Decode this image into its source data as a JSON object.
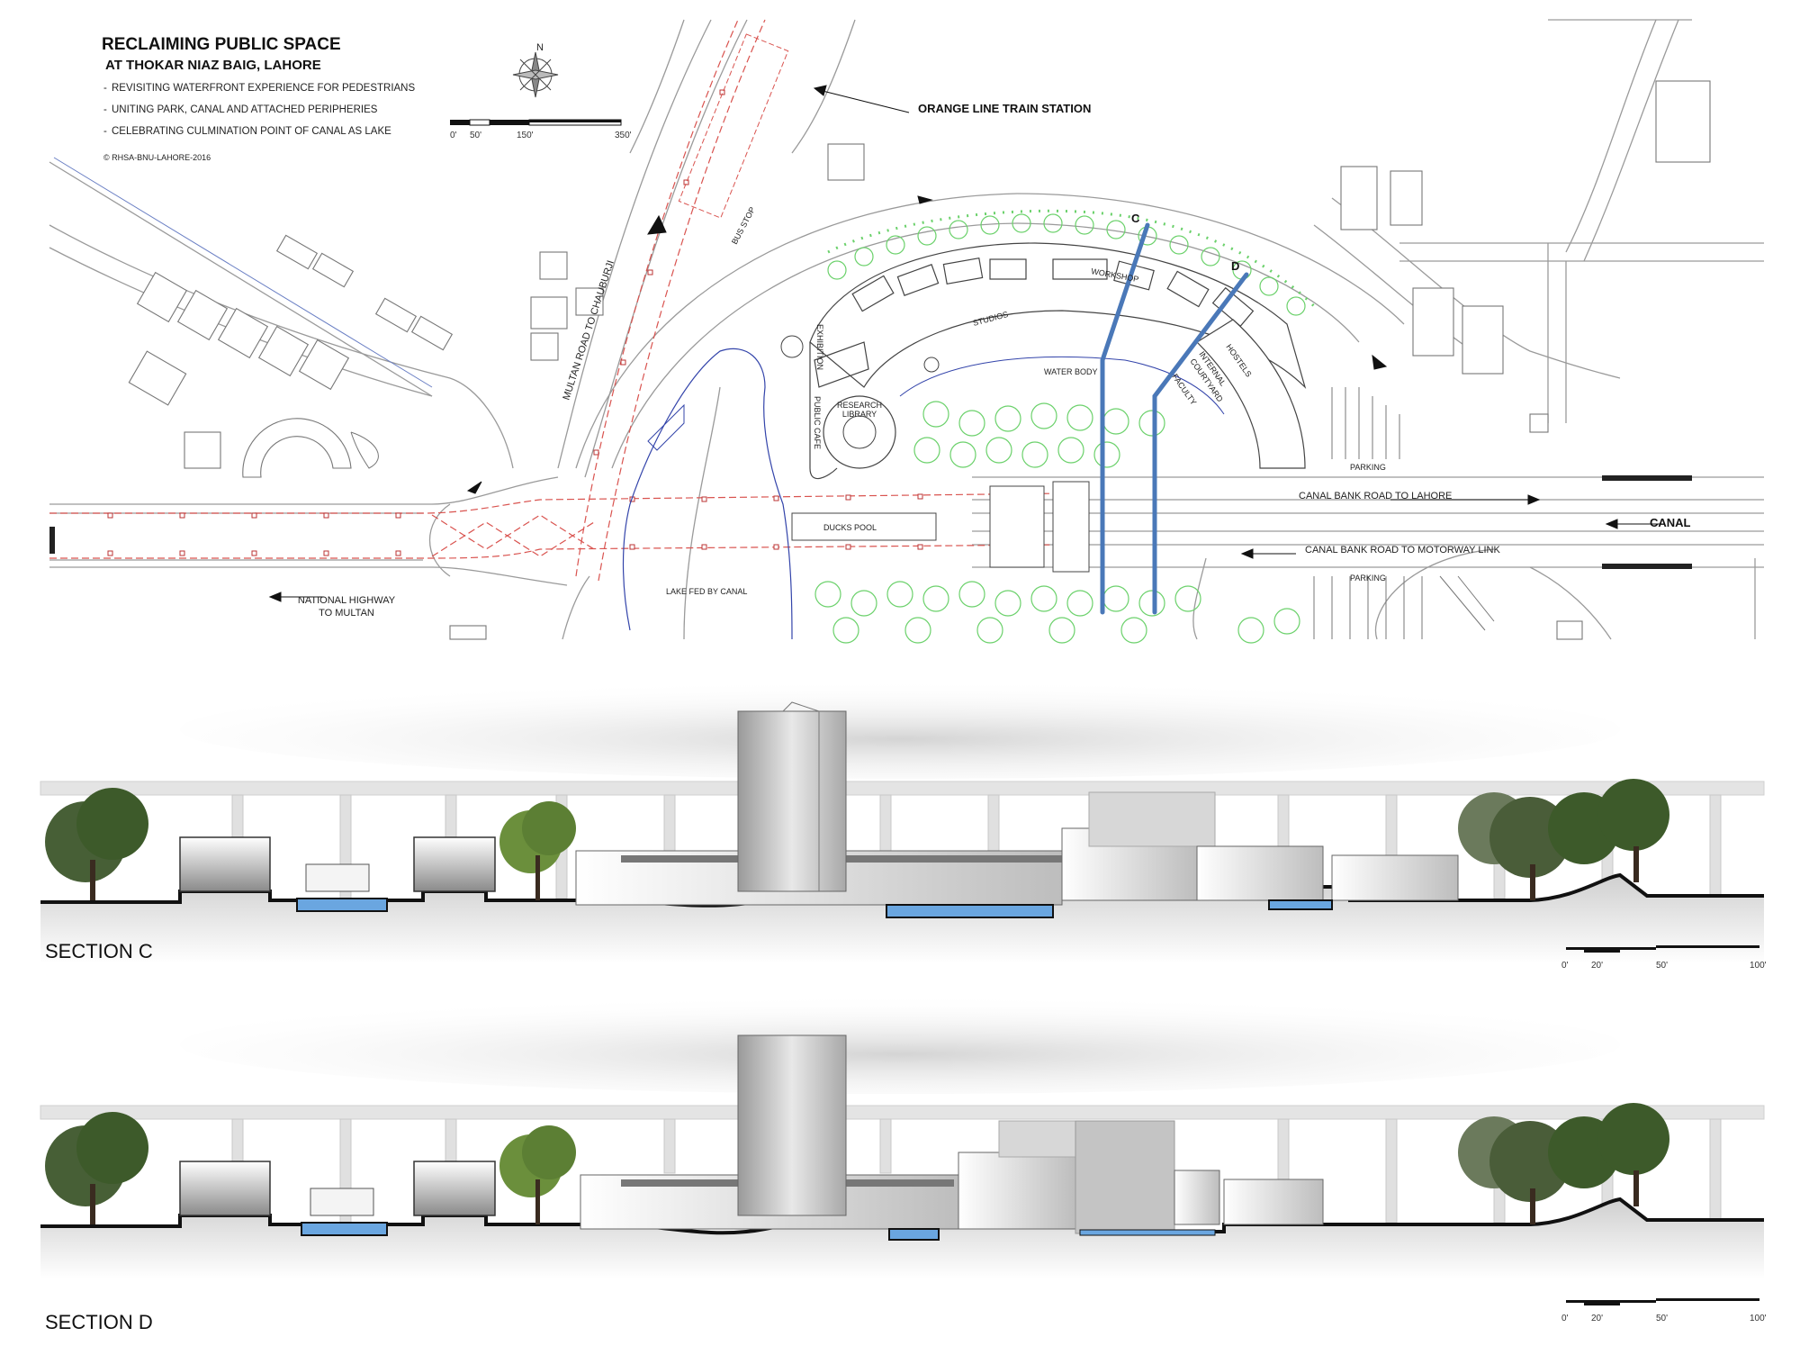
{
  "title": {
    "main": "RECLAIMING PUBLIC SPACE",
    "sub": "AT THOKAR NIAZ  BAIG, LAHORE",
    "bullets": [
      "REVISITING WATERFRONT EXPERIENCE FOR PEDESTRIANS",
      "UNITING PARK, CANAL AND ATTACHED PERIPHERIES",
      "CELEBRATING CULMINATION POINT OF CANAL AS LAKE"
    ],
    "copyright": "© RHSA-BNU-LAHORE-2016"
  },
  "north_label": "N",
  "plan_scale": {
    "ticks": [
      "0'",
      "50'",
      "150'",
      "350'"
    ]
  },
  "plan_labels": {
    "train_station": "ORANGE LINE TRAIN STATION",
    "multan_road": "MULTAN ROAD TO CHAUBURJI",
    "bus_stop": "BUS STOP",
    "national_highway_1": "NATIONAL HIGHWAY",
    "national_highway_2": "TO MULTAN",
    "lake": "LAKE FED BY CANAL",
    "ducks_pool": "DUCKS POOL",
    "exhibition": "EXHIBITION",
    "public_cafe": "PUBLIC CAFE",
    "research_library_1": "RESEARCH",
    "research_library_2": "LIBRARY",
    "studios": "STUDIOS",
    "workshop": "WORKSHOP",
    "water_body": "WATER BODY",
    "hostels": "HOSTELS",
    "internal_courtyard_1": "INTERNAL",
    "internal_courtyard_2": "COURTYARD",
    "faculty": "FACULTY",
    "parking_1": "PARKING",
    "parking_2": "PARKING",
    "canal_road_lahore": "CANAL BANK ROAD TO LAHORE",
    "canal": "CANAL",
    "canal_road_motorway": "CANAL BANK ROAD TO MOTORWAY LINK",
    "section_c_marker": "C",
    "section_d_marker": "D"
  },
  "section_c": {
    "title": "SECTION C",
    "scale_ticks": [
      "0'",
      "20'",
      "50'",
      "100'"
    ]
  },
  "section_d": {
    "title": "SECTION D",
    "scale_ticks": [
      "0'",
      "20'",
      "50'",
      "100'"
    ]
  },
  "colors": {
    "section_cut_line": "#4a78b8",
    "transit_line": "#d9534f",
    "planting": "#6bd16b",
    "water": "#6aa6e0",
    "tree": "#3d5a2a"
  }
}
